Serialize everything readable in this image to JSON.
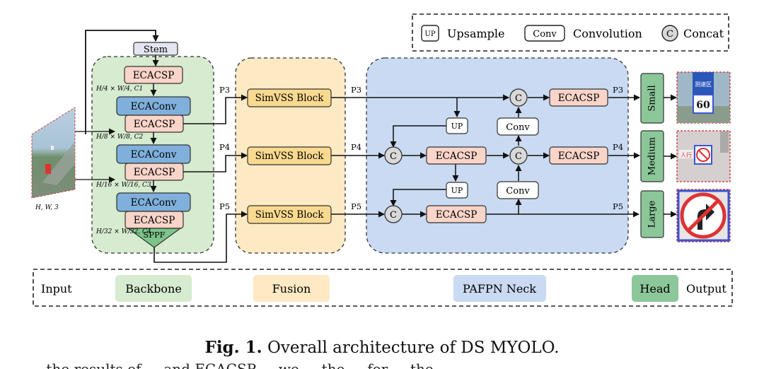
{
  "legend": {
    "upsample_symbol": "UP",
    "upsample_label": "Upsample",
    "conv_symbol": "Conv",
    "conv_label": "Convolution",
    "concat_symbol": "C",
    "concat_label": "Concat"
  },
  "input": {
    "dims": "H, W, 3"
  },
  "backbone": {
    "stem": "Stem",
    "ecacsp": "ECACSP",
    "ecaconv": "ECAConv",
    "sppf": "SPPF",
    "scale1": "H/4 × W/4, C1",
    "scale2": "H/8 × W/8, C2",
    "scale3": "H/16 × W/16, C3",
    "scale4": "H/32 × W/32, C4"
  },
  "levels": {
    "p3": "P3",
    "p4": "P4",
    "p5": "P5"
  },
  "fusion": {
    "block": "SimVSS Block"
  },
  "neck": {
    "ecacsp": "ECACSP",
    "up": "UP",
    "conv": "Conv",
    "concat": "C"
  },
  "head": {
    "small": "Small",
    "medium": "Medium",
    "large": "Large"
  },
  "outputs": {
    "sign1_line1": "测速区",
    "sign1_speed": "60",
    "sign2_text": "人行"
  },
  "bottom_legend": {
    "input": "Input",
    "backbone": "Backbone",
    "fusion": "Fusion",
    "neck": "PAFPN Neck",
    "head": "Head",
    "output": "Output"
  },
  "caption": {
    "label": "Fig. 1.",
    "text": "Overall architecture of DS MYOLO."
  },
  "continuation_text": "... the results of ... and ECACSP ... we ... the ... for ... the ... ... ... ... ..."
}
